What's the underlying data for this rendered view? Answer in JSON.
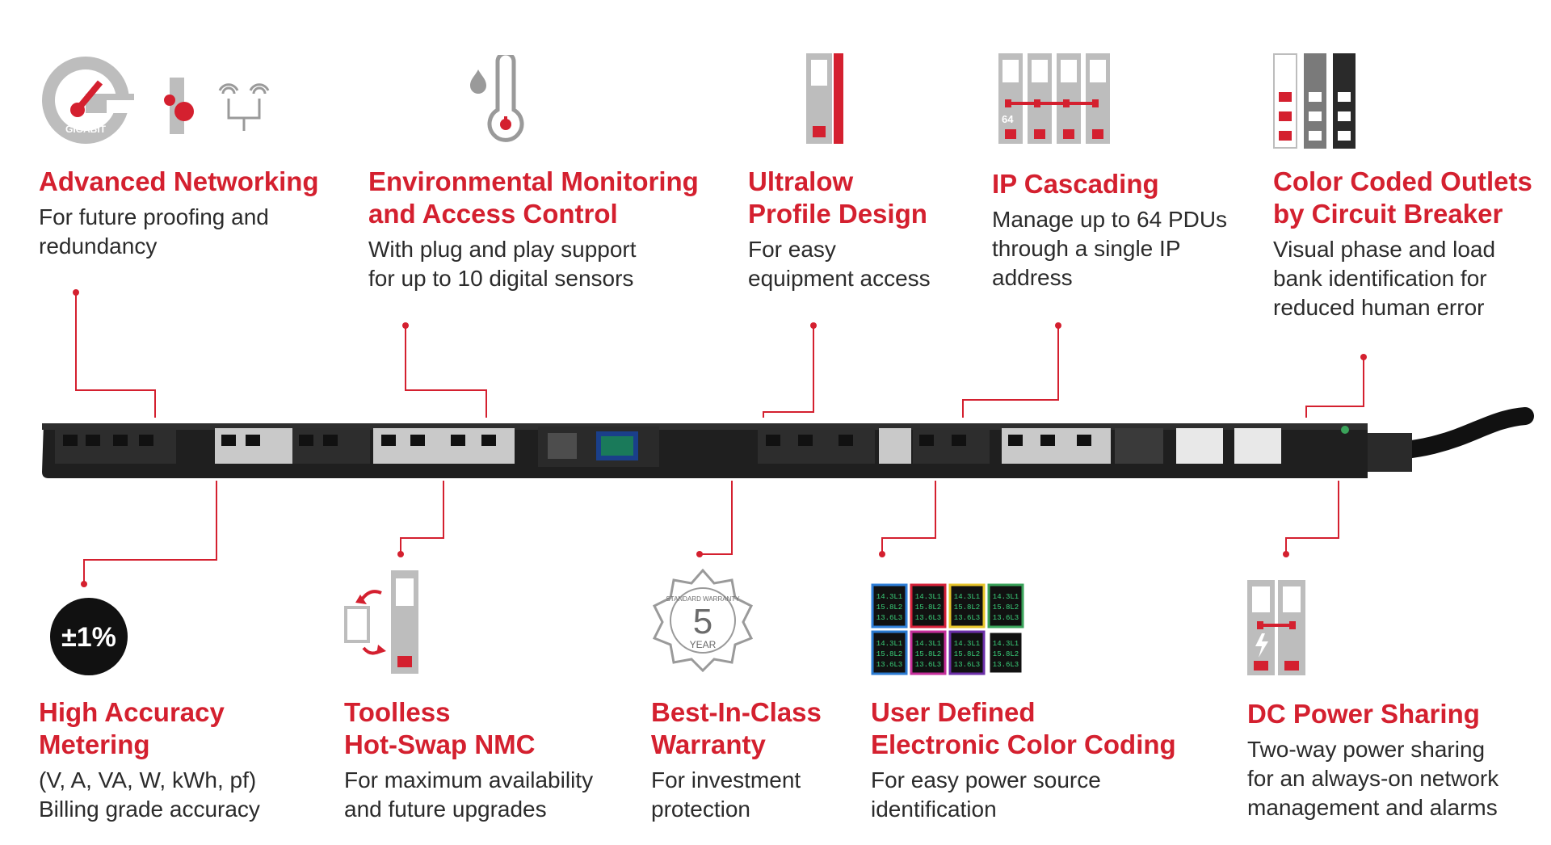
{
  "colors": {
    "accent": "#d4202f",
    "text": "#2b2b2b",
    "pdu_body": "#1f1f1f",
    "line": "#d4202f"
  },
  "features_top": [
    {
      "id": "advanced-networking",
      "icon": "gigabit-network-icon",
      "icon_text": "GIGABIT",
      "title": [
        "Advanced Networking"
      ],
      "desc": [
        "For future proofing and",
        "redundancy"
      ]
    },
    {
      "id": "environmental-monitoring",
      "icon": "thermometer-humidity-icon",
      "title": [
        "Environmental Monitoring",
        "and Access Control"
      ],
      "desc": [
        "With plug and play support",
        "for up to 10 digital sensors"
      ]
    },
    {
      "id": "ultralow-profile",
      "icon": "ultralow-profile-pdu-icon",
      "title": [
        "Ultralow",
        "Profile Design"
      ],
      "desc": [
        "For easy",
        "equipment access"
      ]
    },
    {
      "id": "ip-cascading",
      "icon": "ip-cascading-icon",
      "icon_text": "64",
      "title": [
        "IP Cascading"
      ],
      "desc": [
        "Manage up to 64 PDUs",
        "through a single IP",
        "address"
      ]
    },
    {
      "id": "color-coded-outlets",
      "icon": "color-coded-outlets-icon",
      "title": [
        "Color Coded Outlets",
        "by Circuit Breaker"
      ],
      "desc": [
        "Visual phase and load",
        "bank identification for",
        "reduced human error"
      ]
    }
  ],
  "features_bottom": [
    {
      "id": "high-accuracy-metering",
      "icon": "accuracy-badge-icon",
      "icon_text": "±1%",
      "title": [
        "High Accuracy",
        "Metering"
      ],
      "desc": [
        "(V, A, VA, W, kWh, pf)",
        "Billing grade accuracy"
      ]
    },
    {
      "id": "toolless-hot-swap",
      "icon": "hot-swap-nmc-icon",
      "title": [
        "Toolless",
        "Hot-Swap NMC"
      ],
      "desc": [
        "For maximum availability",
        "and future upgrades"
      ]
    },
    {
      "id": "warranty",
      "icon": "warranty-seal-icon",
      "icon_text": "5",
      "icon_text_top": "STANDARD WARRANTY",
      "icon_text_bottom": "YEAR",
      "title": [
        "Best-In-Class",
        "Warranty"
      ],
      "desc": [
        "For investment",
        "protection"
      ]
    },
    {
      "id": "electronic-color-coding",
      "icon": "color-display-grid-icon",
      "icon_lines": [
        "14.3L1",
        "15.8L2",
        "13.6L3"
      ],
      "icon_colors": [
        "#2f7fd8",
        "#d6223a",
        "#e6c42a",
        "#3aa35a",
        "#2a7ad0",
        "#c52e9a",
        "#6b2fa8",
        "#ffffff"
      ],
      "title": [
        "User Defined",
        "Electronic Color Coding"
      ],
      "desc": [
        "For easy power source",
        "identification"
      ]
    },
    {
      "id": "dc-power-sharing",
      "icon": "dc-power-sharing-icon",
      "title": [
        "DC Power Sharing"
      ],
      "desc": [
        "Two-way power sharing",
        "for an always-on network",
        "management and alarms"
      ]
    }
  ]
}
